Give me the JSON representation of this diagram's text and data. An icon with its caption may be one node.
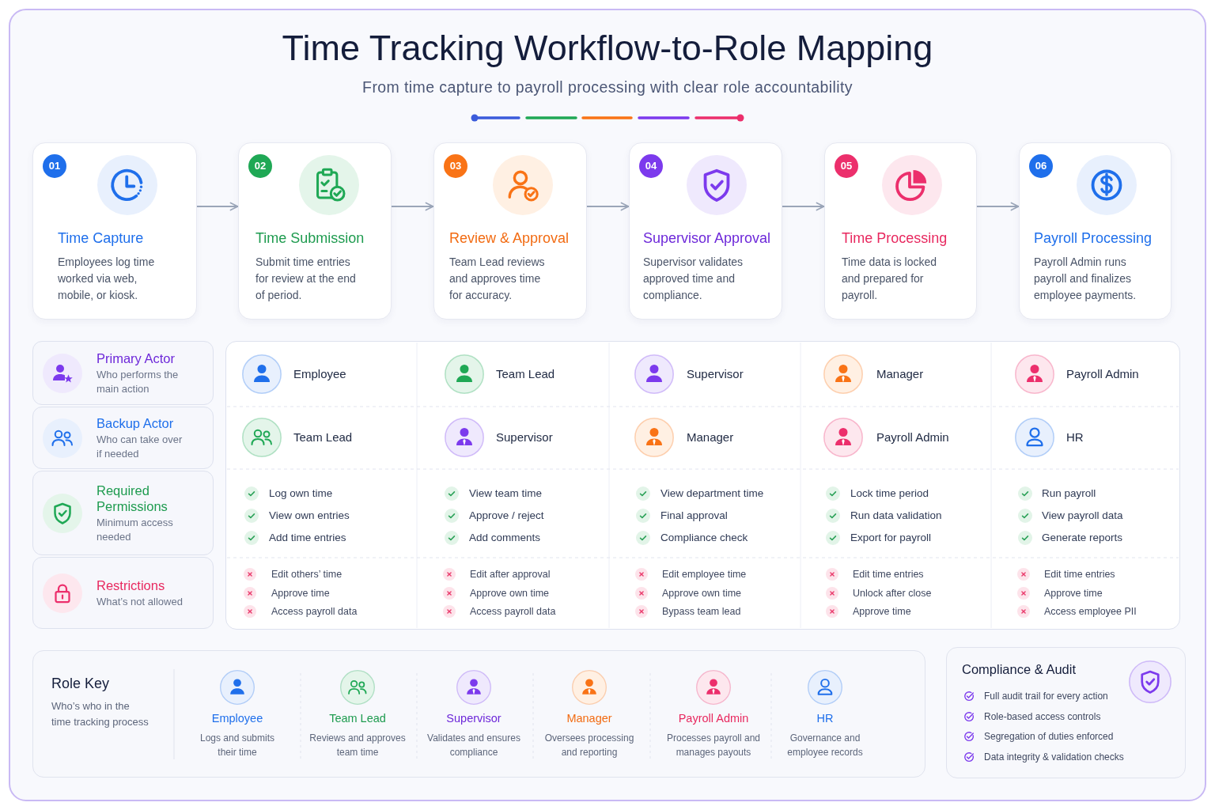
{
  "diagram": {
    "title": "Time Tracking Workflow-to-Role Mapping",
    "nodes": [
      {
        "text": [
          "01",
          "Time Capture",
          "Employees log time worked via web, mobile, or kiosk."
        ]
      },
      {
        "text": [
          "02",
          "Time Submission",
          "Submit time entries for review at the end of period."
        ]
      },
      {
        "text": [
          "03",
          "Review & Approval",
          "Team Lead reviews and approves time for accuracy."
        ]
      },
      {
        "text": [
          "04",
          "Supervisor Approval",
          "Supervisor validates approved time and compliance."
        ]
      },
      {
        "text": [
          "05",
          "Time Processing",
          "Time data is locked and prepared for payroll."
        ]
      },
      {
        "text": [
          "06",
          "Payroll Processing",
          "Payroll Admin runs payroll and finalizes employee payments."
        ]
      },
      {
        "text": [
          "Primary Actor",
          "Who performs the main action"
        ]
      },
      {
        "text": [
          "Backup Actor",
          "Who can take over if needed"
        ]
      },
      {
        "text": [
          "Required Permissions",
          "Minimum access needed"
        ]
      },
      {
        "text": [
          "Restrictions",
          "What’s not allowed"
        ]
      },
      {
        "text": [
          "Role Key",
          "Who’s who in the time tracking process"
        ]
      },
      {
        "text": [
          "Compliance & Audit",
          "Full audit trail for every action",
          "Role-based access controls",
          "Segregation of duties enforced",
          "Data integrity & validation checks"
        ]
      }
    ],
    "edges": [
      {
        "from": 0,
        "to": 1,
        "arrow": "to"
      },
      {
        "from": 1,
        "to": 2,
        "arrow": "to"
      },
      {
        "from": 2,
        "to": 3,
        "arrow": "to"
      },
      {
        "from": 3,
        "to": 4,
        "arrow": "to"
      },
      {
        "from": 4,
        "to": 5,
        "arrow": "to"
      }
    ],
    "labels": [
      "From time capture to payroll processing with clear role accountability",
      "Employee",
      "Team Lead",
      "Supervisor",
      "Manager",
      "Payroll Admin",
      "Team Lead",
      "Supervisor",
      "Manager",
      "Payroll Admin",
      "HR",
      "Log own time",
      "View own entries",
      "Add time entries",
      "View team time",
      "Approve / reject",
      "Add comments",
      "View department time",
      "Final approval",
      "Compliance check",
      "Lock time period",
      "Run data validation",
      "Export for payroll",
      "Run payroll",
      "View payroll data",
      "Generate reports",
      "Edit others’ time",
      "Approve time",
      "Access payroll data",
      "Edit after approval",
      "Approve own time",
      "Access payroll data",
      "Edit employee time",
      "Approve own time",
      "Bypass team lead",
      "Edit time entries",
      "Unlock after close",
      "Approve time",
      "Edit time entries",
      "Approve time",
      "Access employee PII",
      "Employee",
      "Logs and submits their time",
      "Team Lead",
      "Reviews and approves team time",
      "Supervisor",
      "Validates and ensures compliance",
      "Manager",
      "Oversees processing and reporting",
      "Payroll Admin",
      "Processes payroll and manages payouts",
      "HR",
      "Governance and employee records"
    ]
  }
}
